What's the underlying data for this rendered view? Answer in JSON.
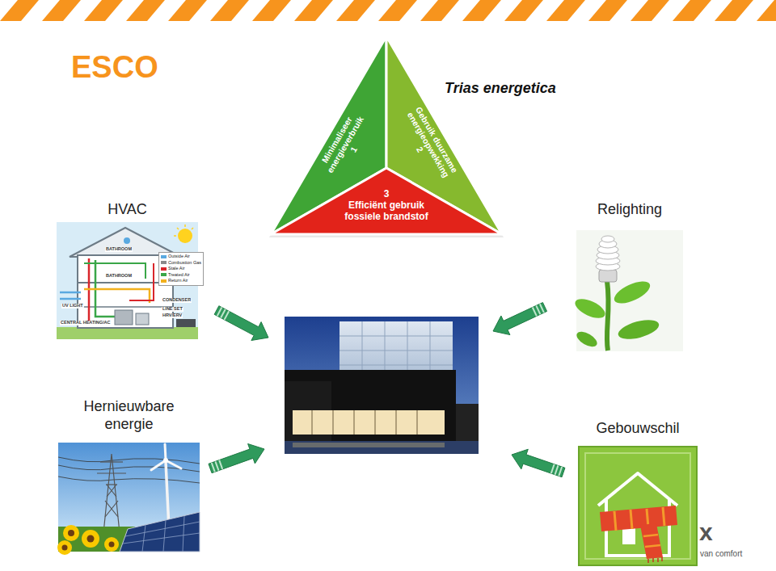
{
  "diagram": {
    "title": "ESCO",
    "nodes": [
      {
        "text": [
          "Minimaliseer energieverbruik",
          "1"
        ]
      },
      {
        "text": [
          "Gebruik duurzame energieopwekking",
          "2"
        ]
      },
      {
        "text": [
          "3",
          "Efficiënt gebruik fossiele brandstof"
        ]
      },
      {
        "text": [
          "HVAC"
        ]
      },
      {
        "text": [
          "Relighting"
        ]
      },
      {
        "text": [
          "Hernieuwbare energie"
        ]
      },
      {
        "text": [
          "Gebouwschil"
        ]
      }
    ],
    "labels": [
      "Trias energetica",
      "BATHROOM",
      "BATHROOM",
      "CONDENSER",
      "LINE SET",
      "HRV/ERV",
      "UV LIGHT",
      "CENTRAL HEATING/AC",
      "x",
      "van comfort"
    ],
    "legend": [
      {
        "text": "Outside Air",
        "color": "#5aa9e0"
      },
      {
        "text": "Combustion Gas",
        "color": "#8a8a8a"
      },
      {
        "text": "Stale Air",
        "color": "#d9262b"
      },
      {
        "text": "Treated Air",
        "color": "#3aa648"
      },
      {
        "text": "Return Air",
        "color": "#f2b11e"
      }
    ]
  }
}
